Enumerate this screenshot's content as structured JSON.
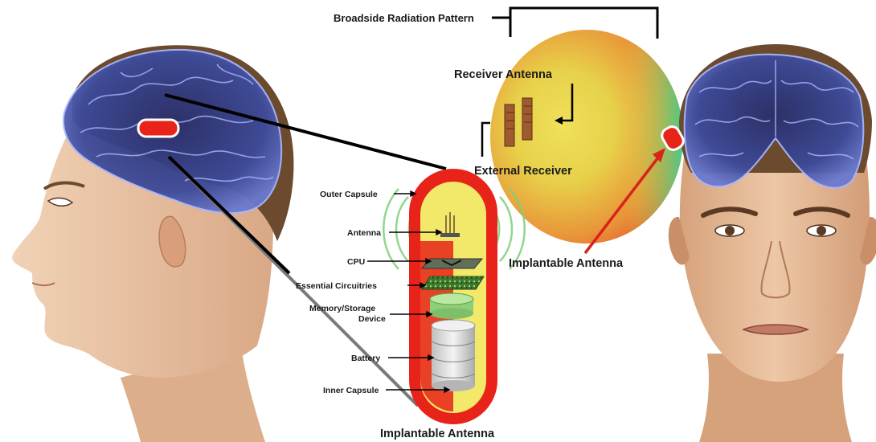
{
  "labels": {
    "broadside": "Broadside Radiation Pattern",
    "receiver_antenna": "Receiver Antenna",
    "external_receiver": "External Receiver",
    "implantable_antenna_right": "Implantable Antenna",
    "implantable_antenna_bottom": "Implantable Antenna",
    "outer_capsule": "Outer Capsule",
    "antenna": "Antenna",
    "cpu": "CPU",
    "essential_circuitries": "Essential Circuitries",
    "memory_storage_1": "Memory/Storage",
    "memory_storage_2": "Device",
    "battery": "Battery",
    "inner_capsule": "Inner Capsule"
  },
  "colors": {
    "brain": "#3c4a9a",
    "brain_glow": "#9fb0ff",
    "skin": "#e8c4a4",
    "hair": "#6b4a2e",
    "capsule_red": "#e8231a",
    "capsule_yellow": "#f2e86a",
    "pattern_red": "#e63b22",
    "pattern_yellow": "#e6d84a",
    "pattern_green": "#4fcf86"
  }
}
